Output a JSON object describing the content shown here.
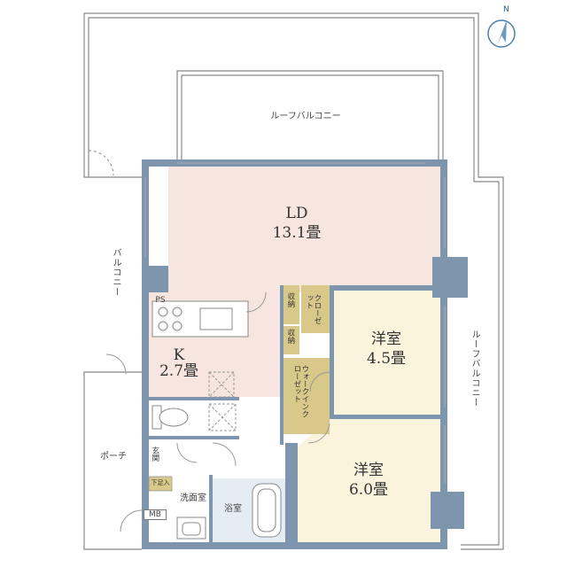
{
  "rooms": {
    "ld": {
      "name": "LD",
      "size": "13.1畳"
    },
    "kitchen": {
      "name": "K",
      "size": "2.7畳"
    },
    "western1": {
      "name": "洋室",
      "size": "4.5畳"
    },
    "western2": {
      "name": "洋室",
      "size": "6.0畳"
    },
    "storage1": "収納",
    "storage2": "収納",
    "closet": "クローゼット",
    "walkin_closet": "ウォークインクローゼット",
    "washroom": "洗面室",
    "bath": "浴室",
    "entrance": "玄関",
    "shoe_box": "下足入",
    "ps": "PS",
    "mb": "MB",
    "porch": "ポーチ"
  },
  "outdoor": {
    "roof_balcony_top": "ルーフバルコニー",
    "roof_balcony_right": "ルーフバルコニー",
    "balcony_left": "バルコニー"
  },
  "compass": {
    "label": "N",
    "icon": "north-compass-icon"
  },
  "colors": {
    "wall": "#7d95ad",
    "ld_floor": "#f6e6df",
    "bedroom_floor": "#fbf4dc",
    "closet_fill": "#d8c98a",
    "wet_area": "#e6ecf3"
  }
}
